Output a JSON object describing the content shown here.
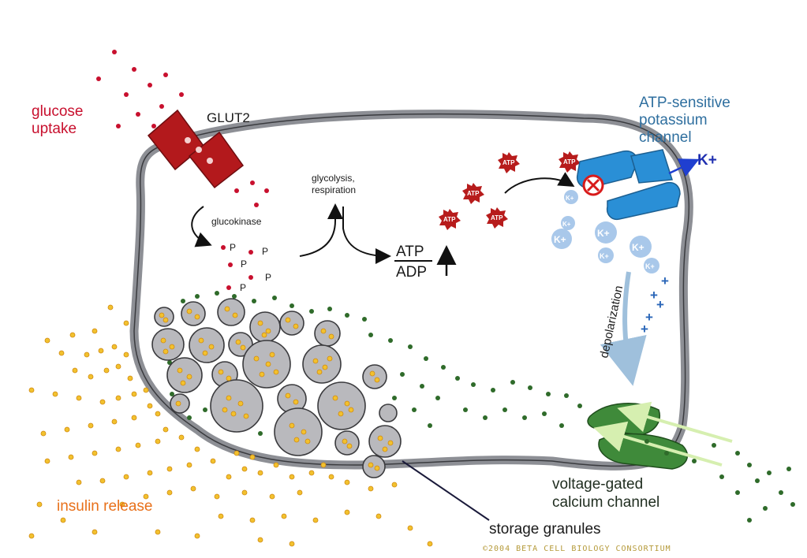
{
  "labels": {
    "glucose_uptake_1": "glucose",
    "glucose_uptake_2": "uptake",
    "glut2": "GLUT2",
    "glucokinase": "glucokinase",
    "glycolysis_1": "glycolysis,",
    "glycolysis_2": "respiration",
    "atp_ratio_num": "ATP",
    "atp_ratio_den": "ADP",
    "phosphate": "P",
    "atp_molecule": "ATP",
    "channel_1": "ATP-sensitive",
    "channel_2": "potassium",
    "channel_3": "channel",
    "k_out": "K+",
    "k_ion": "K+",
    "depolarization": "depolarization",
    "plus": "+",
    "calcium_1": "voltage-gated",
    "calcium_2": "calcium channel",
    "insulin_release": "insulin release",
    "storage_granules": "storage granules",
    "copyright": "©2004 BETA CELL BIOLOGY CONSORTIUM"
  },
  "colors": {
    "glucose_red": "#c8102e",
    "membrane_gray": "#8d8f95",
    "channel_blue": "#2a8fd6",
    "k_ion_blue": "#a9c8ea",
    "calcium_green": "#3f8a3a",
    "insulin_yellow": "#f2c12e",
    "granule_fill": "#b9b9bd",
    "atp_red": "#b71c1c"
  },
  "icons": {
    "inhibit": "circle-x-icon",
    "channel_arrow": "arrow-out-icon"
  }
}
